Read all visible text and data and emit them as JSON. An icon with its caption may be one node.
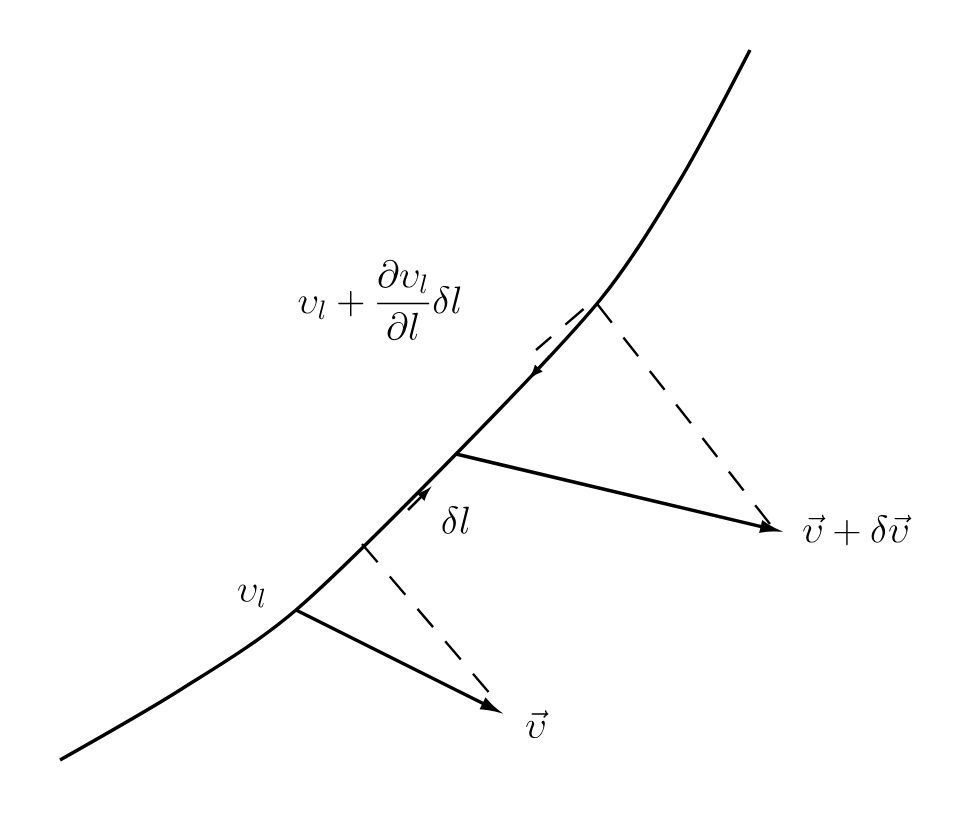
{
  "diagram": {
    "labels": [
      "\\upsilon_l+\\dfrac{\\partial \\upsilon_l}{\\partial l}\\delta l",
      "\\delta l",
      "\\vec{\\upsilon}+\\delta\\vec{\\upsilon}",
      "\\upsilon_l",
      "\\vec{\\upsilon}"
    ]
  }
}
